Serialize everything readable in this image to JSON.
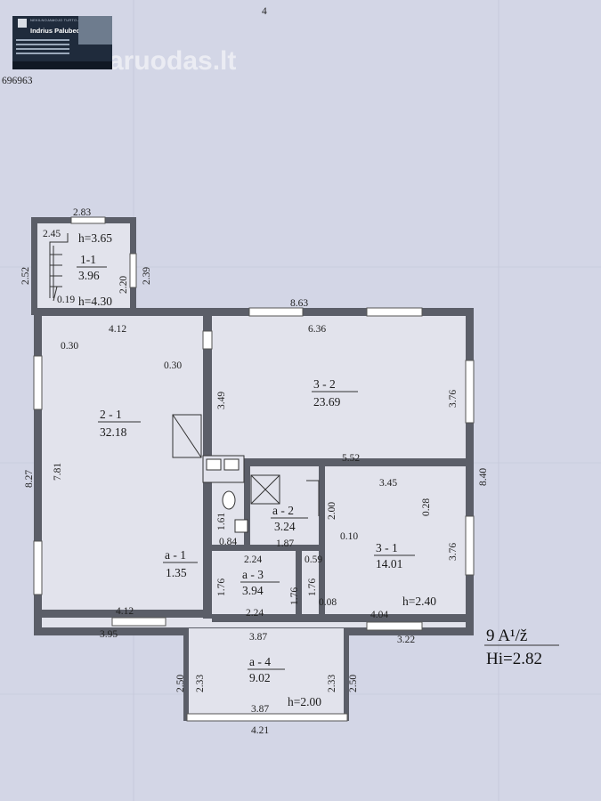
{
  "sheet": {
    "page_marker": "4",
    "reg_code": "696963",
    "scale_note": "9 A¹/ž",
    "height_note": "Hi=2.82"
  },
  "watermark": {
    "text": "aruodas.lt"
  },
  "badge": {
    "company": "NEKILNOJAMOJO TURTO AGENTŪRA",
    "agent": "Indrius Palubeckas"
  },
  "rooms": [
    {
      "id": "1-1",
      "area": "3.96"
    },
    {
      "id": "2 - 1",
      "area": "32.18"
    },
    {
      "id": "3 - 2",
      "area": "23.69"
    },
    {
      "id": "a - 2",
      "area": "3.24"
    },
    {
      "id": "3 - 1",
      "area": "14.01"
    },
    {
      "id": "a - 1",
      "area": "1.35"
    },
    {
      "id": "a - 3",
      "area": "3.94"
    },
    {
      "id": "a - 4",
      "area": "9.02"
    }
  ],
  "heights": [
    "h=3.65",
    "h=4.30",
    "h=2.40",
    "h=2.00"
  ],
  "dimensions": [
    "2.83",
    "2.45",
    "2.52",
    "2.20",
    "2.39",
    "0.19",
    "8.63",
    "4.12",
    "6.36",
    "0.30",
    "0.30",
    "3.49",
    "3.76",
    "8.27",
    "7.81",
    "5.52",
    "3.45",
    "0.28",
    "8.40",
    "2.00",
    "1.61",
    "0.84",
    "1.87",
    "0.10",
    "3.76",
    "2.24",
    "0.59",
    "1.76",
    "1.76",
    "1.76",
    "0.08",
    "2.24",
    "4.12",
    "4.04",
    "3.95",
    "3.87",
    "3.22",
    "2.50",
    "2.33",
    "2.33",
    "2.50",
    "3.87",
    "4.21"
  ]
}
